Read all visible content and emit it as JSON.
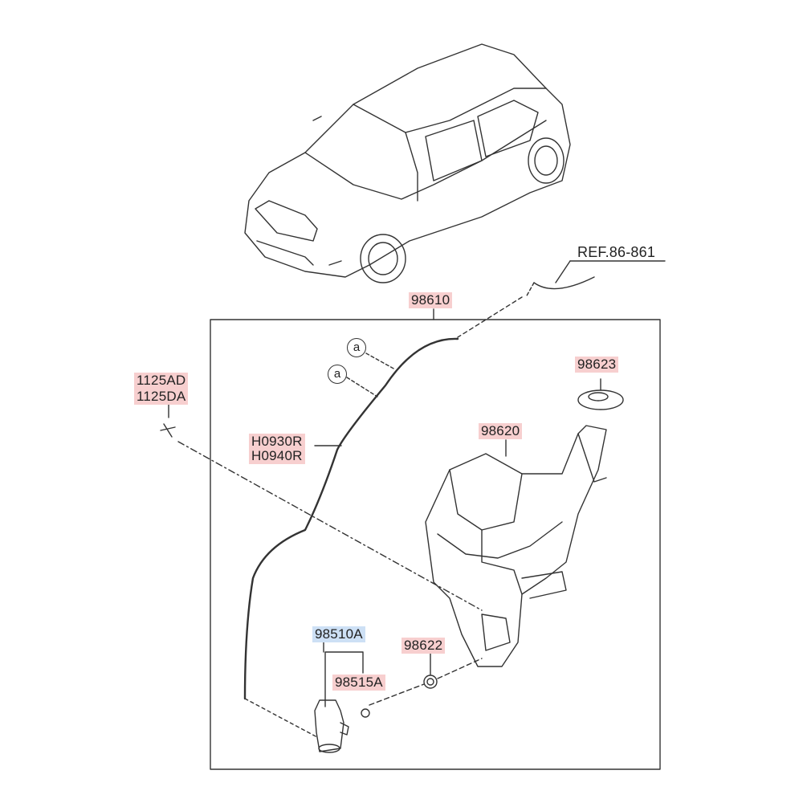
{
  "diagram": {
    "reference_label": "REF.86-861",
    "parts": {
      "hose_assembly": "98610",
      "cap": "98623",
      "bolt_1": "1125AD",
      "bolt_2": "1125DA",
      "hose_1": "H0930R",
      "hose_2": "H0940R",
      "reservoir": "98620",
      "pump_assembly": "98510A",
      "grommet": "98622",
      "pump": "98515A"
    },
    "callouts": [
      "a",
      "a"
    ],
    "colors": {
      "part_highlight": "#f7cfcf",
      "assembly_highlight": "#cde0f5",
      "line": "#333333"
    }
  }
}
